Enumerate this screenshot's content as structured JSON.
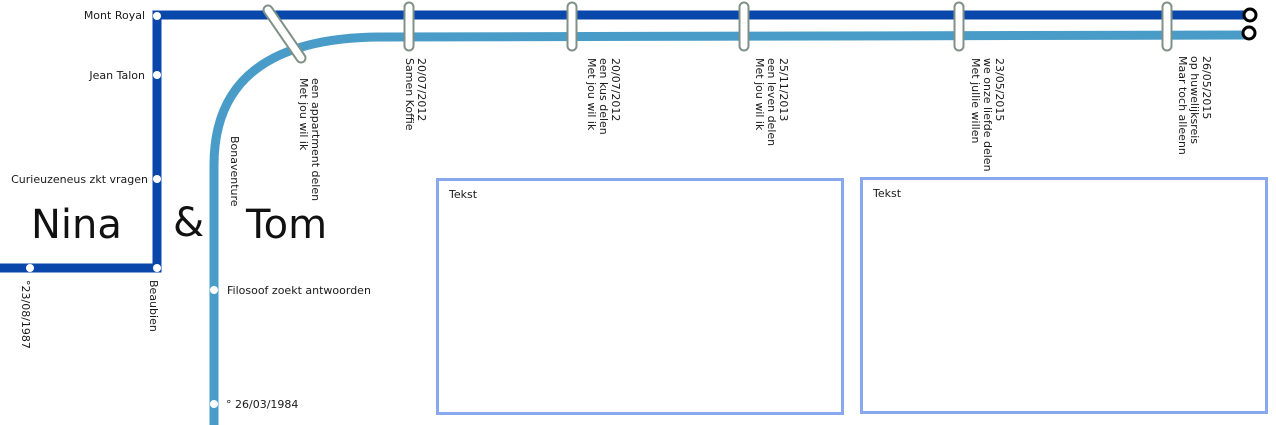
{
  "colors": {
    "line_dark": "#0a47aa",
    "line_light": "#4a9cc8",
    "box_border": "#8aa8ee",
    "connector": "#7f9186"
  },
  "names": {
    "left": "Nina",
    "amp": "&",
    "right": "Tom"
  },
  "nina_line": {
    "stations": {
      "mont_royal": "Mont Royal",
      "jean_talon": "Jean Talon",
      "curieuzeneus": "Curieuzeneus zkt vragen",
      "beaubien": "Beaubien",
      "birth": "°23/08/1987"
    }
  },
  "tom_line": {
    "stations": {
      "bonaventure": "Bonaventure",
      "filosoof": "Filosoof zoekt antwoorden",
      "birth": "° 26/03/1984"
    }
  },
  "milestones": [
    {
      "lines": [
        "Met jou wil ik",
        "een appartment delen"
      ]
    },
    {
      "lines": [
        "Samen Koffie",
        "20/07/2012"
      ]
    },
    {
      "lines": [
        "Met jou wil ik",
        "een kus delen",
        "20/07/2012"
      ]
    },
    {
      "lines": [
        "Met jou wil ik",
        "een leven delen",
        "25/11/2013"
      ]
    },
    {
      "lines": [
        "Met jullie willen",
        "we onze liefde delen",
        "23/05/2015"
      ]
    },
    {
      "lines": [
        "Maar toch alleenn",
        "op huwelijksreis",
        "26/05/2015"
      ]
    }
  ],
  "text_boxes": {
    "left_label": "Tekst",
    "right_label": "Tekst"
  }
}
